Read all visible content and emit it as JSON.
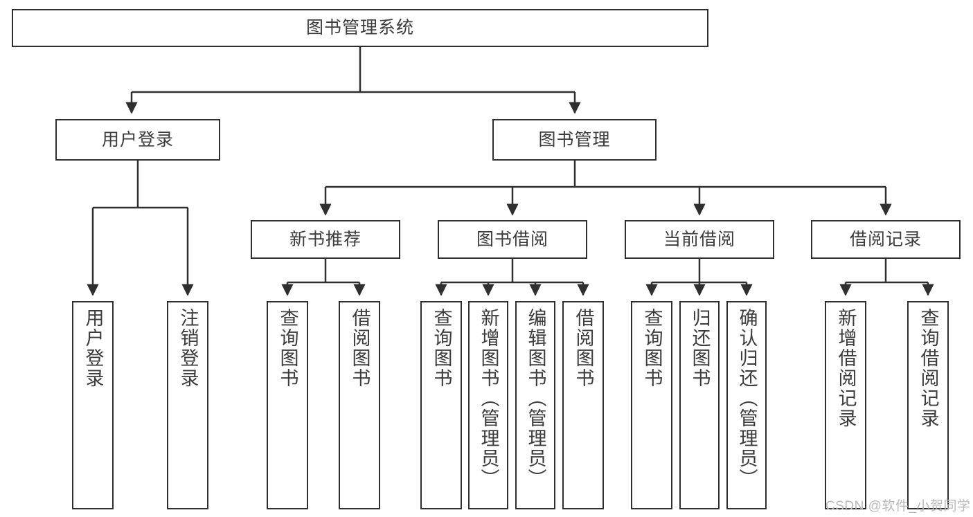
{
  "diagram": {
    "type": "tree-hierarchy",
    "title": "图书管理系统",
    "orientation": "top-down",
    "colors": {
      "box_border": "#2f2f2f",
      "box_fill": "#ffffff",
      "text": "#3c3c3c",
      "edge": "#2f2f2f",
      "watermark": "#b9b9b9"
    }
  },
  "nodes": {
    "root": {
      "label": "图书管理系统",
      "level": 0
    },
    "level1": [
      {
        "id": "user-login",
        "label": "用户登录"
      },
      {
        "id": "book-management",
        "label": "图书管理"
      }
    ],
    "level2": [
      {
        "id": "new-book-recommend",
        "label": "新书推荐",
        "parent": "book-management"
      },
      {
        "id": "book-borrow",
        "label": "图书借阅",
        "parent": "book-management"
      },
      {
        "id": "current-borrow",
        "label": "当前借阅",
        "parent": "book-management"
      },
      {
        "id": "borrow-record",
        "label": "借阅记录",
        "parent": "book-management"
      }
    ],
    "leaves": [
      {
        "id": "leaf-user-login",
        "label": "用户登录",
        "parent": "user-login"
      },
      {
        "id": "leaf-logout",
        "label": "注销登录",
        "parent": "user-login"
      },
      {
        "id": "leaf-query-book-1",
        "label": "查询图书",
        "parent": "new-book-recommend"
      },
      {
        "id": "leaf-borrow-book-1",
        "label": "借阅图书",
        "parent": "new-book-recommend"
      },
      {
        "id": "leaf-query-book-2",
        "label": "查询图书",
        "parent": "book-borrow"
      },
      {
        "id": "leaf-add-book",
        "label": "新增图书（管理员）",
        "parent": "book-borrow"
      },
      {
        "id": "leaf-edit-book",
        "label": "编辑图书（管理员）",
        "parent": "book-borrow"
      },
      {
        "id": "leaf-borrow-book-2",
        "label": "借阅图书",
        "parent": "book-borrow"
      },
      {
        "id": "leaf-query-book-3",
        "label": "查询图书",
        "parent": "current-borrow"
      },
      {
        "id": "leaf-return-book",
        "label": "归还图书",
        "parent": "current-borrow"
      },
      {
        "id": "leaf-confirm-return",
        "label": "确认归还（管理员）",
        "parent": "current-borrow"
      },
      {
        "id": "leaf-add-record",
        "label": "新增借阅记录",
        "parent": "borrow-record"
      },
      {
        "id": "leaf-query-record",
        "label": "查询借阅记录",
        "parent": "borrow-record"
      }
    ]
  },
  "watermark": {
    "text": "CSDN @软件_小贺同学"
  }
}
